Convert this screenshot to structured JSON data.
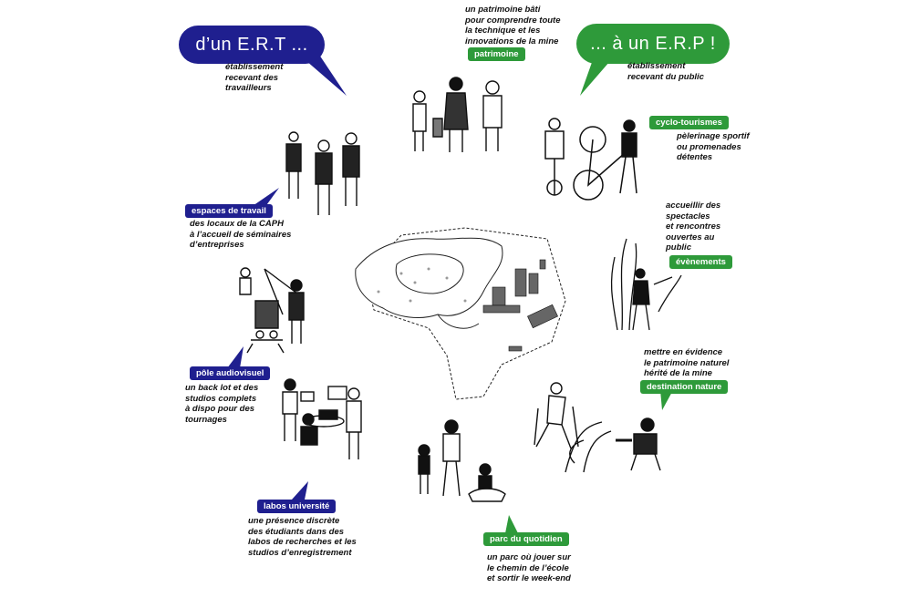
{
  "headers": {
    "ert": {
      "label": "d’un E.R.T ...",
      "desc": "établissement\nrecevant des\ntravailleurs"
    },
    "erp": {
      "label": "... à un E.R.P !",
      "desc": "établissement\nrecevant du public"
    }
  },
  "sections": {
    "patrimoine": {
      "tag": "patrimoine",
      "desc": "un patrimoine bâti\npour comprendre toute\nla technique et les\ninnovations de la mine"
    },
    "cyclo": {
      "tag": "cyclo-tourismes",
      "desc": "pèlerinage sportif\nou promenades\ndétentes"
    },
    "evenements": {
      "tag": "évènements",
      "desc": "accueillir des\nspectacles\net rencontres\nouvertes au\npublic"
    },
    "nature": {
      "tag": "destination nature",
      "desc": "mettre en évidence\nle patrimoine naturel\nhérité de la mine"
    },
    "parc": {
      "tag": "parc du quotidien",
      "desc": "un parc où jouer sur\nle chemin de l’école\net sortir le week-end"
    },
    "labos": {
      "tag": "labos université",
      "desc": "une présence discrète\ndes étudiants dans des\nlabos de recherches et les\nstudios d’enregistrement"
    },
    "audiovisuel": {
      "tag": "pôle audiovisuel",
      "desc": "un back lot et des\nstudios complets\nà dispo pour des\ntournages"
    },
    "travail": {
      "tag": "espaces de travail",
      "desc": "des locaux de la CAPH\nà l’accueil de séminaires\nd’entreprises"
    }
  },
  "colors": {
    "ert_blue": "#1f1f8f",
    "erp_green": "#2e9a3a"
  }
}
